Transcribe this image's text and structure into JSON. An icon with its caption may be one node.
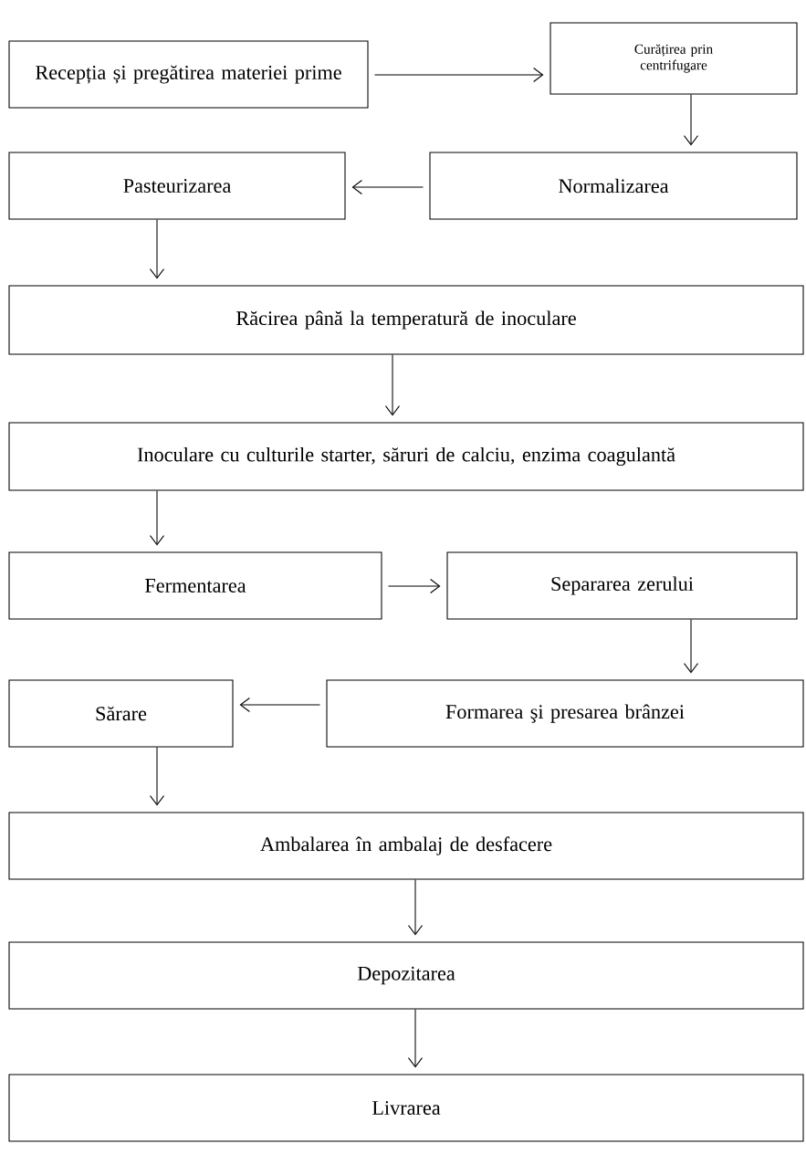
{
  "diagram": {
    "nodes": [
      {
        "text": [
          "Recepția și pregătirea materiei prime"
        ]
      },
      {
        "text": [
          "Curățirea prin centrifugare"
        ]
      },
      {
        "text": [
          "Pasteurizarea"
        ]
      },
      {
        "text": [
          "Normalizarea"
        ]
      },
      {
        "text": [
          "Răcirea până la temperatură de inoculare"
        ]
      },
      {
        "text": [
          "Inoculare cu culturile starter, săruri de calciu, enzima coagulantă"
        ]
      },
      {
        "text": [
          "Fermentarea"
        ]
      },
      {
        "text": [
          "Separarea zerului"
        ]
      },
      {
        "text": [
          "Sărare"
        ]
      },
      {
        "text": [
          "Formarea şi presarea brânzei"
        ]
      },
      {
        "text": [
          "Ambalarea în ambalaj de desfacere"
        ]
      },
      {
        "text": [
          "Depozitarea"
        ]
      },
      {
        "text": [
          "Livrarea"
        ]
      }
    ],
    "edges": [
      {
        "from": 0,
        "to": 1,
        "arrow": "to"
      },
      {
        "from": 1,
        "to": 3,
        "arrow": "to"
      },
      {
        "from": 3,
        "to": 2,
        "arrow": "to"
      },
      {
        "from": 2,
        "to": 4,
        "arrow": "to"
      },
      {
        "from": 4,
        "to": 5,
        "arrow": "to"
      },
      {
        "from": 5,
        "to": 6,
        "arrow": "to"
      },
      {
        "from": 6,
        "to": 7,
        "arrow": "to"
      },
      {
        "from": 7,
        "to": 9,
        "arrow": "to"
      },
      {
        "from": 9,
        "to": 8,
        "arrow": "to"
      },
      {
        "from": 8,
        "to": 10,
        "arrow": "to"
      },
      {
        "from": 10,
        "to": 11,
        "arrow": "to"
      },
      {
        "from": 11,
        "to": 12,
        "arrow": "to"
      }
    ]
  }
}
